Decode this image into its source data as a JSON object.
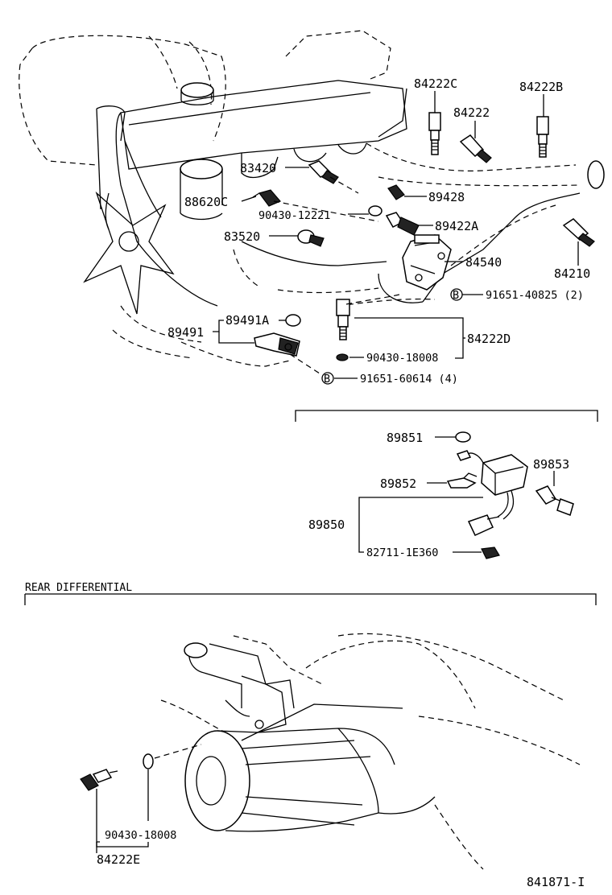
{
  "labels": {
    "p84222C": "84222C",
    "p84222": "84222",
    "p84222B": "84222B",
    "p83420": "83420",
    "p88620C": "88620C",
    "p89428": "89428",
    "p90430_12221": "90430-12221",
    "p89422A": "89422A",
    "p83520": "83520",
    "p84540": "84540",
    "p84210": "84210",
    "p91651_40825": "91651-40825 (2)",
    "p89491": "89491",
    "p89491A": "89491A",
    "p84222D": "84222D",
    "p90430_18008a": "90430-18008",
    "p91651_60614": "91651-60614 (4)",
    "p89851": "89851",
    "p89853": "89853",
    "p89852": "89852",
    "p89850": "89850",
    "p82711": "82711-1E360",
    "p90430_18008b": "90430-18008",
    "p84222E": "84222E",
    "bolt_mark_1": "B",
    "bolt_mark_2": "B"
  },
  "sections": {
    "rear_differential": "REAR DIFFERENTIAL"
  },
  "figure_id": "841871-I"
}
